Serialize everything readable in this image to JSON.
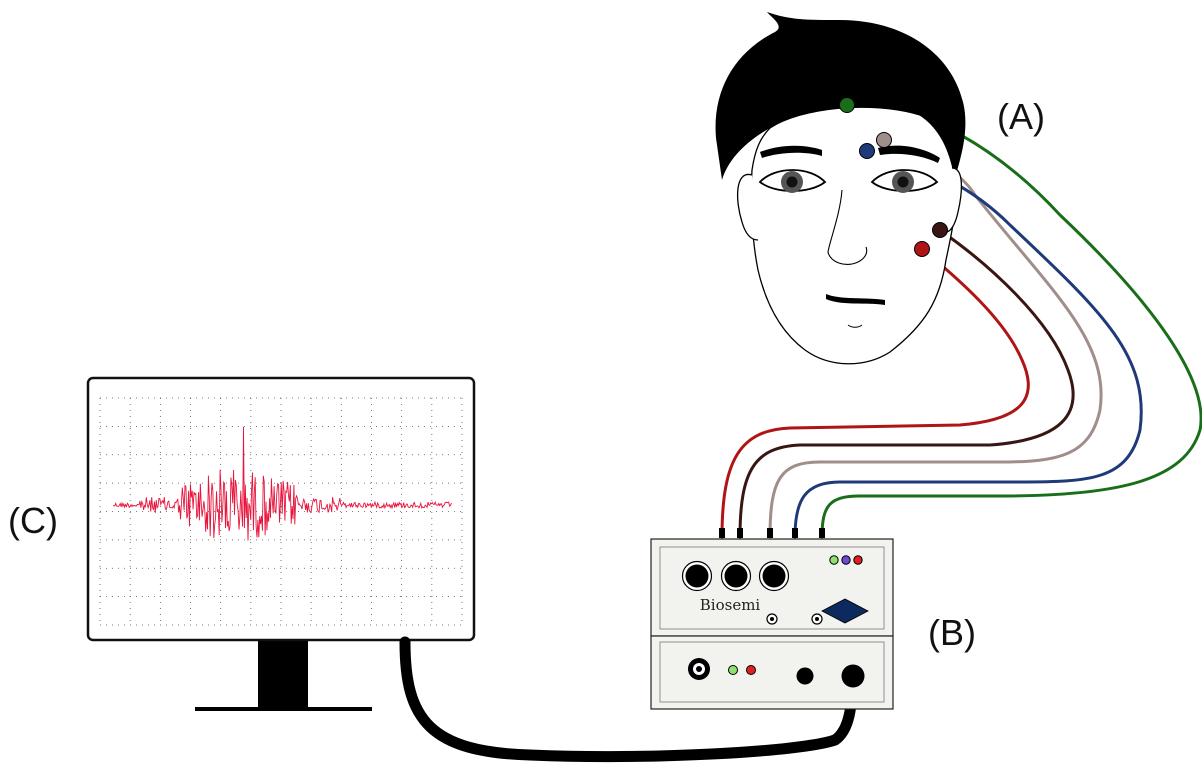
{
  "labels": {
    "face": "(A)",
    "amplifier": "(B)",
    "monitor": "(C)"
  },
  "device": {
    "brand": "Biosemi"
  },
  "electrodes": [
    {
      "name": "forehead",
      "color": "#1a6e1a"
    },
    {
      "name": "brow-top",
      "color": "#a08e8a"
    },
    {
      "name": "brow",
      "color": "#1f3a78"
    },
    {
      "name": "cheek-upper",
      "color": "#3a1612"
    },
    {
      "name": "cheek-lower",
      "color": "#b01515"
    }
  ],
  "colors": {
    "signal": "#e8143c",
    "device_panel": "#f2f2ee",
    "cable": "#000000"
  }
}
